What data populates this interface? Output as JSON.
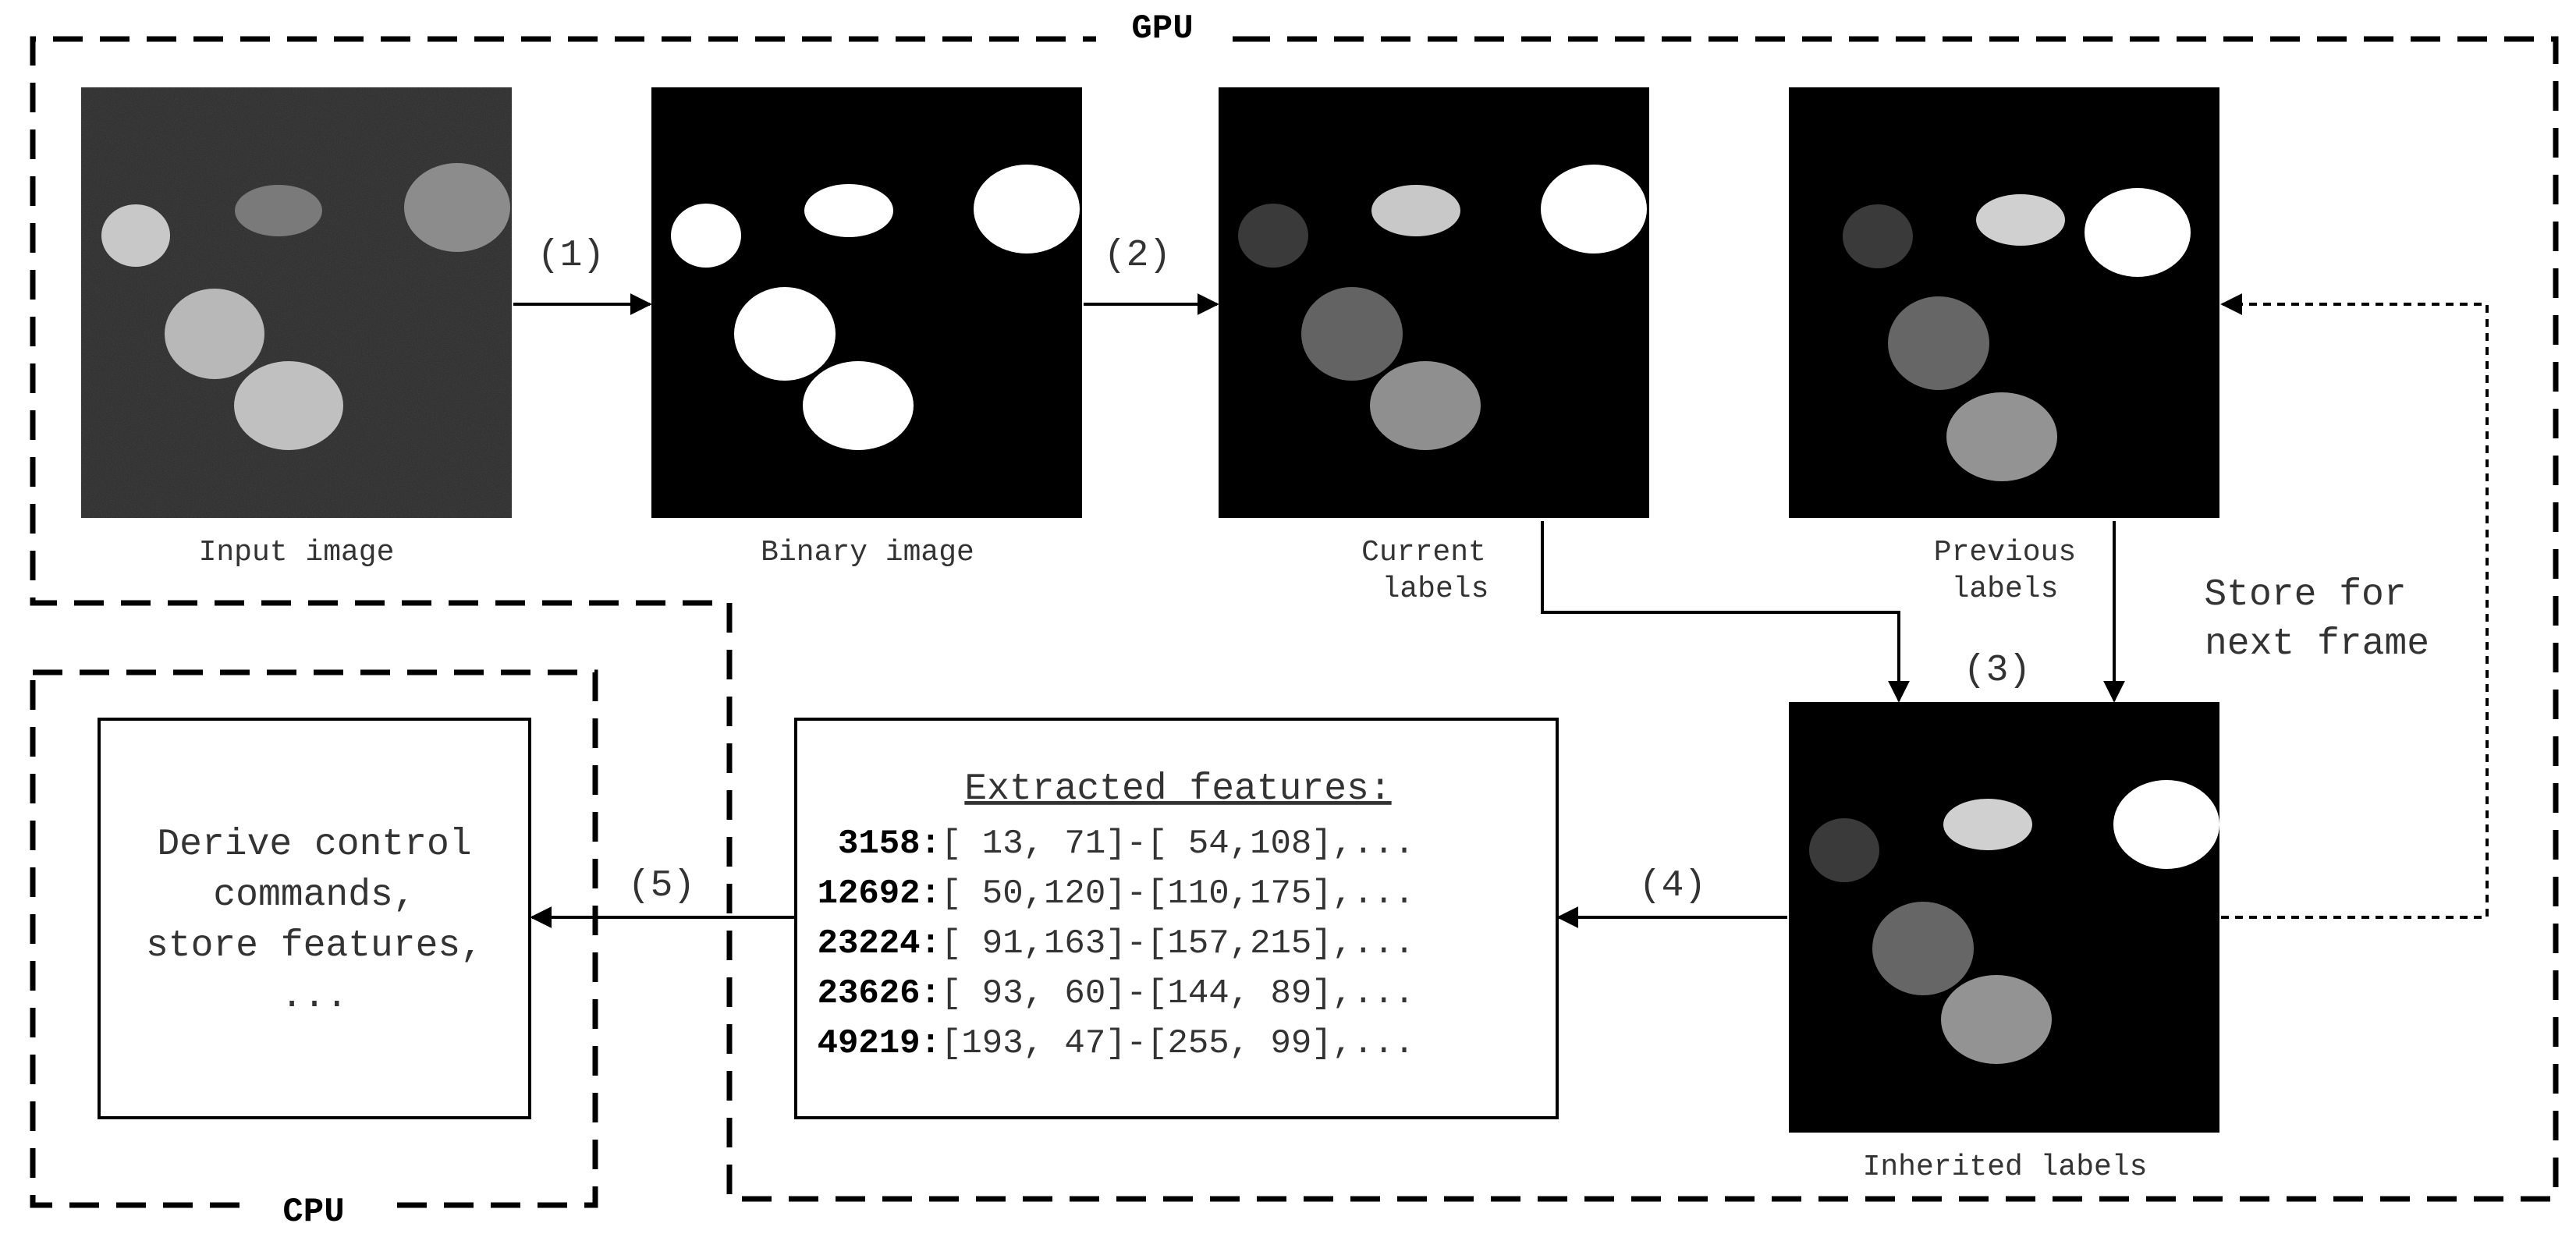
{
  "regions": {
    "gpu_label": "GPU",
    "cpu_label": "CPU"
  },
  "images": {
    "input_caption": "Input image",
    "binary_caption": "Binary image",
    "current_caption_line1": "Current",
    "current_caption_line2": "labels",
    "previous_caption_line1": "Previous",
    "previous_caption_line2": "labels",
    "inherited_caption": "Inherited labels"
  },
  "steps": {
    "s1": "(1)",
    "s2": "(2)",
    "s3": "(3)",
    "s4": "(4)",
    "s5": "(5)"
  },
  "feedback": {
    "line1": "Store for",
    "line2": "next frame"
  },
  "features": {
    "title": "Extracted features:",
    "rows": [
      {
        "id": "3158:",
        "value": " [ 13, 71]-[ 54,108],..."
      },
      {
        "id": "12692:",
        "value": " [ 50,120]-[110,175],..."
      },
      {
        "id": "23224:",
        "value": " [ 91,163]-[157,215],..."
      },
      {
        "id": "23626:",
        "value": " [ 93, 60]-[144, 89],..."
      },
      {
        "id": "49219:",
        "value": " [193, 47]-[255, 99],..."
      }
    ]
  },
  "cpu_box": {
    "line1": "Derive control",
    "line2": "commands,",
    "line3": "store features,",
    "line4": "..."
  },
  "colors": {
    "line": "#000000",
    "image_bg": "#000000",
    "noise_bg": "#2b2b2b"
  }
}
